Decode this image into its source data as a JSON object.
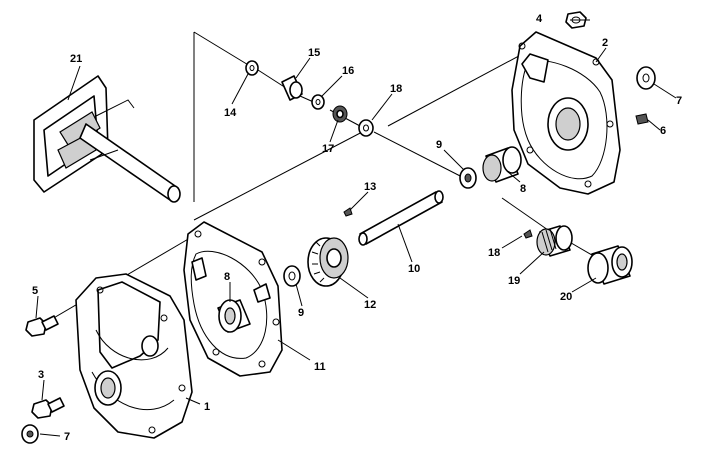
{
  "callouts": [
    {
      "id": "c1",
      "label": "1"
    },
    {
      "id": "c2",
      "label": "2"
    },
    {
      "id": "c3",
      "label": "3"
    },
    {
      "id": "c4",
      "label": "4"
    },
    {
      "id": "c5",
      "label": "5"
    },
    {
      "id": "c6",
      "label": "6"
    },
    {
      "id": "c7a",
      "label": "7"
    },
    {
      "id": "c7b",
      "label": "7"
    },
    {
      "id": "c8a",
      "label": "8"
    },
    {
      "id": "c8b",
      "label": "8"
    },
    {
      "id": "c9a",
      "label": "9"
    },
    {
      "id": "c9b",
      "label": "9"
    },
    {
      "id": "c10",
      "label": "10"
    },
    {
      "id": "c11",
      "label": "11"
    },
    {
      "id": "c12",
      "label": "12"
    },
    {
      "id": "c13",
      "label": "13"
    },
    {
      "id": "c14",
      "label": "14"
    },
    {
      "id": "c15",
      "label": "15"
    },
    {
      "id": "c16",
      "label": "16"
    },
    {
      "id": "c17",
      "label": "17"
    },
    {
      "id": "c18a",
      "label": "18"
    },
    {
      "id": "c18b",
      "label": "18"
    },
    {
      "id": "c19",
      "label": "19"
    },
    {
      "id": "c20",
      "label": "20"
    },
    {
      "id": "c21",
      "label": "21"
    }
  ]
}
